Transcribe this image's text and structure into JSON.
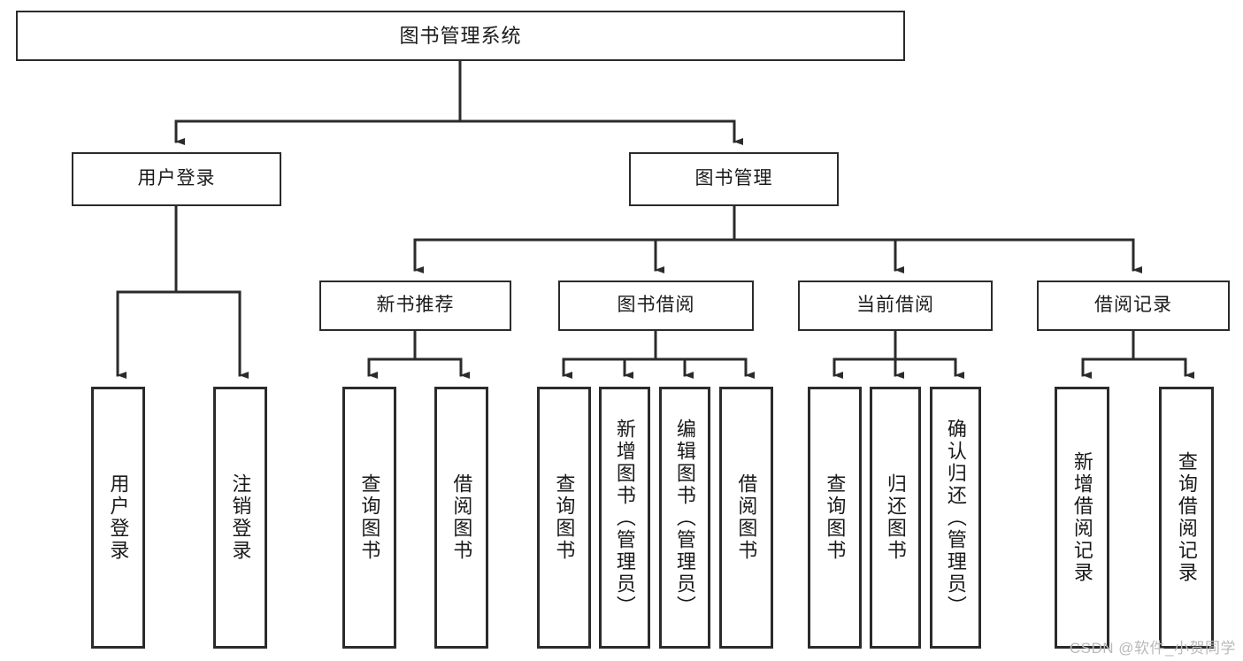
{
  "diagram": {
    "type": "tree-hierarchy",
    "title": "图书管理系统",
    "root": {
      "label": "图书管理系统"
    },
    "level1": [
      {
        "label": "用户登录"
      },
      {
        "label": "图书管理"
      }
    ],
    "level2": [
      {
        "label": "新书推荐",
        "parent": "图书管理"
      },
      {
        "label": "图书借阅",
        "parent": "图书管理"
      },
      {
        "label": "当前借阅",
        "parent": "图书管理"
      },
      {
        "label": "借阅记录",
        "parent": "图书管理"
      }
    ],
    "leaves": {
      "user_login": [
        {
          "label": "用户登录"
        },
        {
          "label": "注销登录"
        }
      ],
      "new_book_recommend": [
        {
          "label": "查询图书"
        },
        {
          "label": "借阅图书"
        }
      ],
      "book_borrow": [
        {
          "label": "查询图书"
        },
        {
          "label": "新增图书（管理员）"
        },
        {
          "label": "编辑图书（管理员）"
        },
        {
          "label": "借阅图书"
        }
      ],
      "current_borrow": [
        {
          "label": "查询图书"
        },
        {
          "label": "归还图书"
        },
        {
          "label": "确认归还（管理员）"
        }
      ],
      "borrow_record": [
        {
          "label": "新增借阅记录"
        },
        {
          "label": "查询借阅记录"
        }
      ]
    }
  },
  "watermark": {
    "text": "CSDN @软件_小贺同学"
  },
  "colors": {
    "box_border": "#2b2b2b",
    "box_fill": "#ffffff",
    "line": "#2b2b2b",
    "text": "#1a1a1a",
    "watermark": "#b9b9b9"
  }
}
